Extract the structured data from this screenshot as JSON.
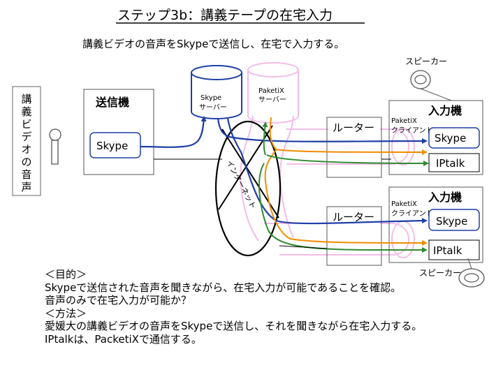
{
  "title": "ステップ3b：講義テープの在宅入力",
  "subtitle": "講義ビデオの音声をSkypeで送信し、在宅で入力する。",
  "source_box": {
    "label": "講義ビデオの音声"
  },
  "sender": {
    "title": "送信機",
    "app": "Skype"
  },
  "servers": {
    "skype": {
      "line1": "Skype",
      "line2": "サーバー"
    },
    "paketix": {
      "line1": "PaketiX",
      "line2": "サーバー"
    }
  },
  "internet": {
    "label": "インターネット"
  },
  "routers": [
    {
      "label": "ルーター"
    },
    {
      "label": "ルーター"
    }
  ],
  "clients": [
    {
      "client_line1": "PaketiX",
      "client_line2": "クライアント",
      "title": "入力機",
      "app1": "Skype",
      "app2": "IPtalk"
    },
    {
      "client_line1": "PaketiX",
      "client_line2": "クライアント",
      "title": "入力機",
      "app1": "Skype",
      "app2": "IPtalk"
    }
  ],
  "speakers": [
    {
      "label": "スピーカー"
    },
    {
      "label": "スピーカー"
    }
  ],
  "notes": [
    "＜目的＞",
    "Skypeで送信された音声を聞きながら、在宅入力が可能であることを確認。",
    "音声のみで在宅入力が可能か？",
    "＜方法＞",
    "愛媛大の講義ビデオの音声をSkypeで送信し、それを聞きながら在宅入力する。",
    "IPtalkは、PacketiXで通信する。"
  ],
  "colors": {
    "skype_line": "#1f3fa8",
    "iptalk_orange": "#f08c00",
    "iptalk_green": "#2e8b2e",
    "tunnel_pink": "#f2bde8",
    "skype_server": "#1f3fa8"
  }
}
